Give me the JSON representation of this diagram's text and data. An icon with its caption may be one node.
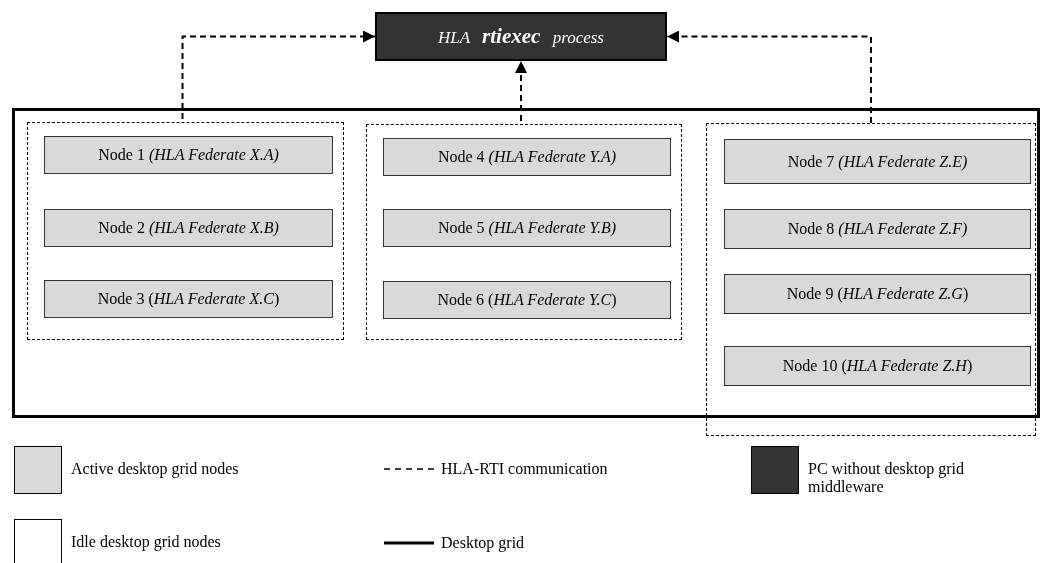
{
  "diagram": {
    "nodes": [
      {
        "text": [
          "HLA **rtiexec** process"
        ]
      },
      {
        "text": [],
        "shape": "box"
      },
      {
        "text": [],
        "shape": "box",
        "in": 1
      },
      {
        "text": [],
        "shape": "box",
        "in": 1
      },
      {
        "text": [],
        "shape": "box"
      },
      {
        "text": [
          "Node 1 *(HLA Federate X.A)*"
        ],
        "in": 2
      },
      {
        "text": [
          "Node 2 *(HLA Federate X.B)*"
        ],
        "in": 2
      },
      {
        "text": [
          "Node 3 (*HLA Federate X.C*)"
        ],
        "in": 2
      },
      {
        "text": [
          "Node 4 *(HLA Federate Y.A)*"
        ],
        "in": 3
      },
      {
        "text": [
          "Node 5 *(HLA Federate Y.B)*"
        ],
        "in": 3
      },
      {
        "text": [
          "Node 6 (*HLA Federate Y.C*)"
        ],
        "in": 3
      },
      {
        "text": [
          "Node 7 *(HLA Federate Z.E)*"
        ],
        "in": 4
      },
      {
        "text": [
          "Node 8 *(HLA Federate Z.F)*"
        ],
        "in": 4
      },
      {
        "text": [
          "Node 9 (*HLA Federate Z.G*)"
        ],
        "in": 4
      },
      {
        "text": [
          "Node 10 (*HLA Federate Z.H*)"
        ],
        "in": 4
      }
    ],
    "edges": [
      {
        "from": 2,
        "to": 0,
        "arrow": "to",
        "style": "dashed"
      },
      {
        "from": 3,
        "to": 0,
        "arrow": "to",
        "style": "dashed"
      },
      {
        "from": 4,
        "to": 0,
        "arrow": "to",
        "style": "dashed"
      }
    ],
    "legend": [
      {
        "text": "Active desktop grid nodes",
        "color": "#d9d9d9"
      },
      {
        "text": "HLA-RTI communication"
      },
      {
        "text": "PC without desktop grid middleware",
        "color": "#333333"
      },
      {
        "text": "Idle desktop grid nodes",
        "color": "#ffffff"
      },
      {
        "text": "Desktop grid"
      }
    ]
  }
}
